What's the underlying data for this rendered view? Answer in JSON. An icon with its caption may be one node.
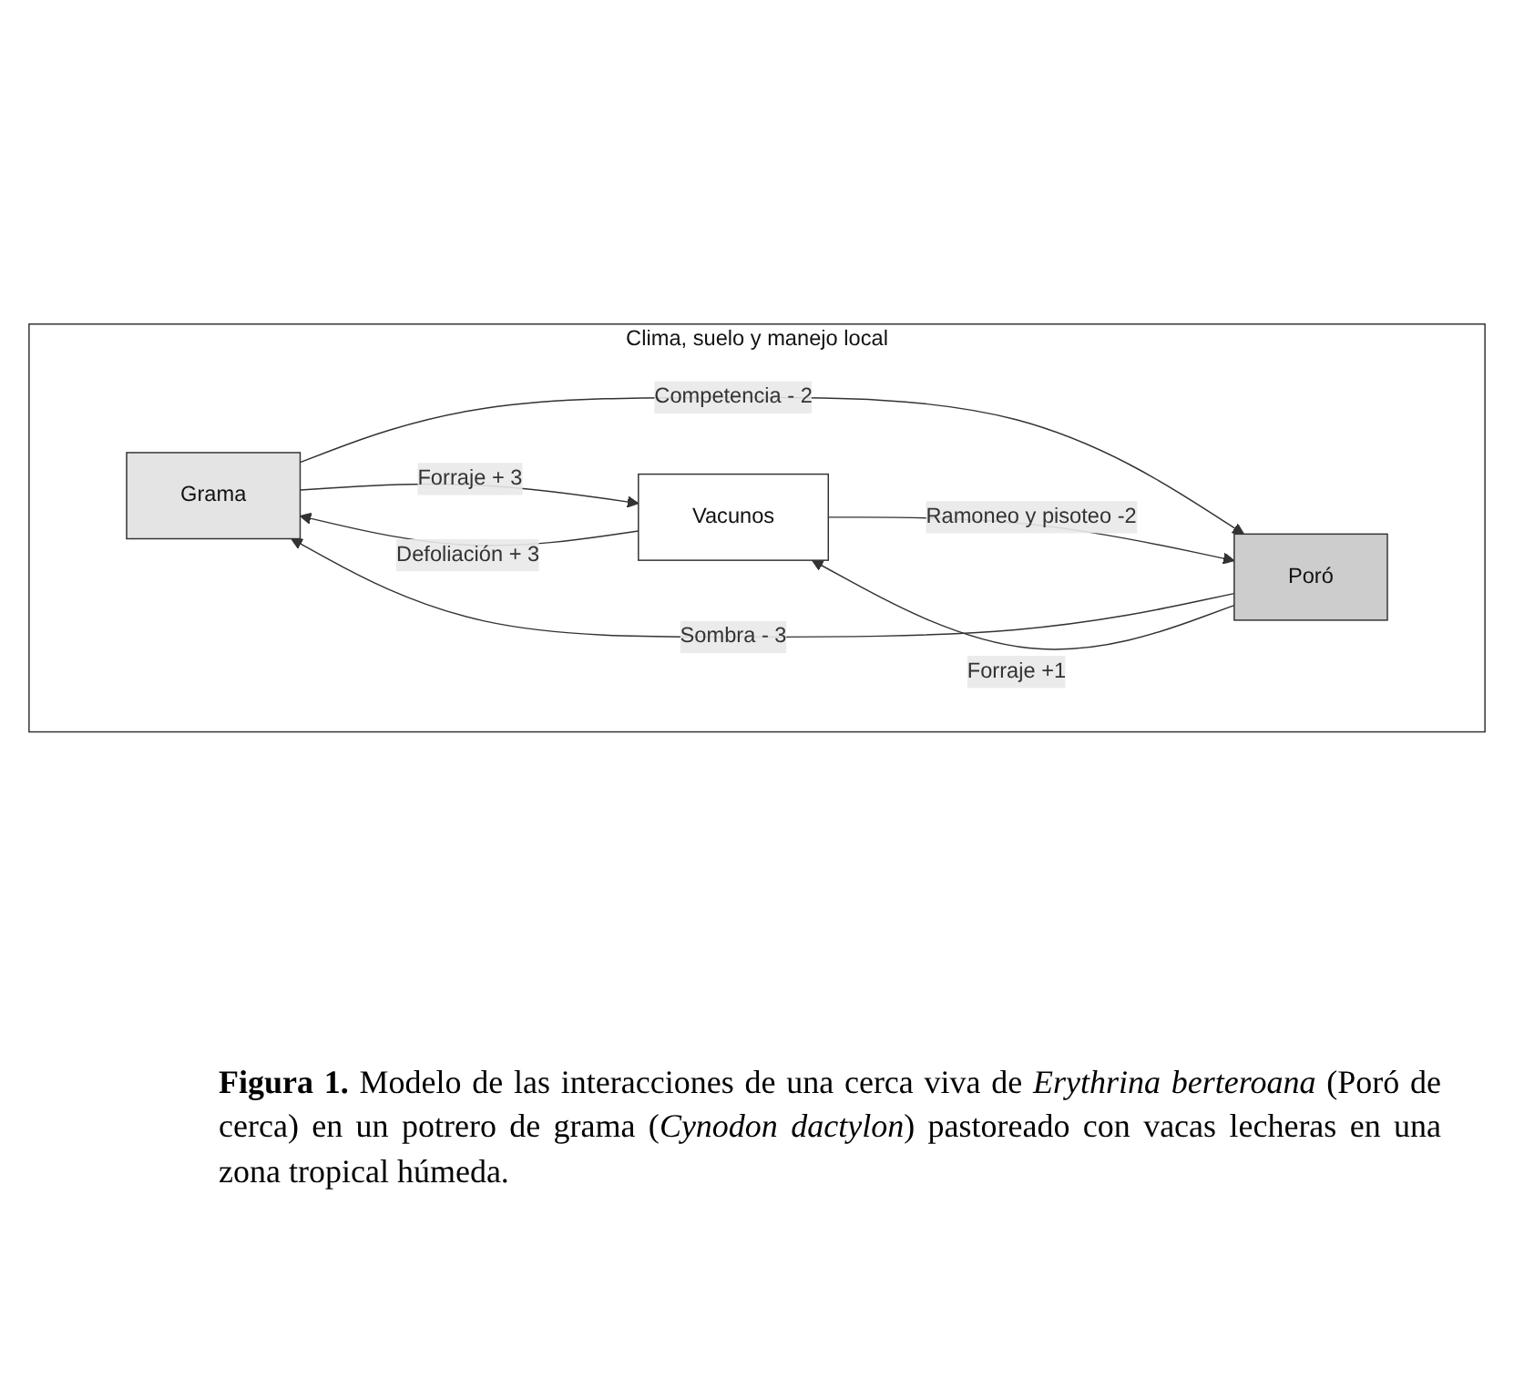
{
  "diagram": {
    "caption": "**Figura 1.** Modelo de las interacciones de una cerca viva de *Erythrina berteroana* (Poró de cerca) en un potrero de grama (*Cynodon dactylon*) pastoreado con vacas lecheras en una zona tropical húmeda.",
    "nodes": [
      {
        "text": [
          "Clima, suelo y manejo local"
        ]
      },
      {
        "text": [
          "Grama"
        ],
        "in": 0
      },
      {
        "text": [
          "Vacunos"
        ],
        "in": 0
      },
      {
        "text": [
          "Poró"
        ],
        "in": 0
      }
    ],
    "edges": [
      {
        "from": 1,
        "to": 2,
        "arrow": "to",
        "label": "Forraje + 3"
      },
      {
        "from": 2,
        "to": 1,
        "arrow": "to",
        "label": "Defoliación + 3"
      },
      {
        "from": 1,
        "to": 3,
        "arrow": "to",
        "label": "Competencia - 2"
      },
      {
        "from": 3,
        "to": 1,
        "arrow": "to",
        "label": "Sombra - 3"
      },
      {
        "from": 2,
        "to": 3,
        "arrow": "to",
        "label": "Ramoneo y pisoteo -2"
      },
      {
        "from": 3,
        "to": 2,
        "arrow": "to",
        "label": "Forraje +1"
      }
    ]
  }
}
